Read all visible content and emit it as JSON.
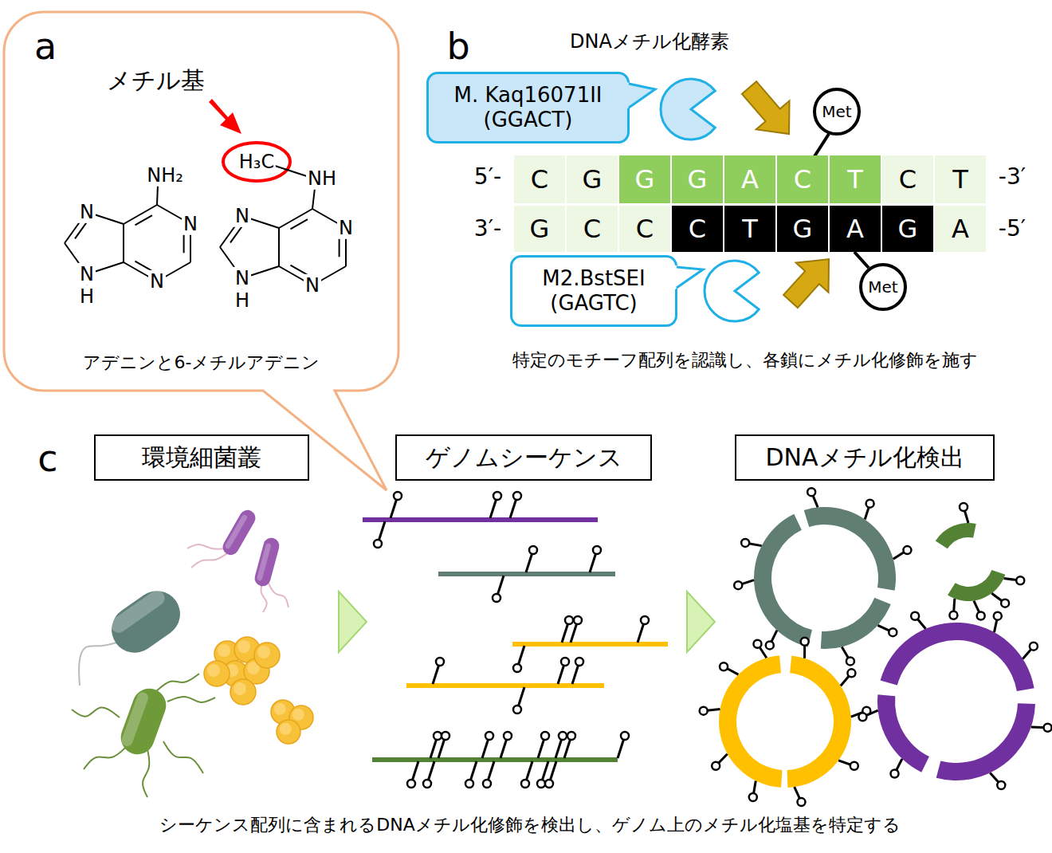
{
  "diagram": {
    "nodes": [
      {
        "text": [
          "アデニンと6-メチルアデニン"
        ]
      },
      {
        "text": [
          "M. Kaq16071II (GGACT)"
        ]
      },
      {
        "text": [
          "Met"
        ]
      },
      {
        "text": [
          "C"
        ]
      },
      {
        "text": [
          "G"
        ]
      },
      {
        "text": [
          "G"
        ]
      },
      {
        "text": [
          "G"
        ]
      },
      {
        "text": [
          "A"
        ]
      },
      {
        "text": [
          "C"
        ]
      },
      {
        "text": [
          "T"
        ]
      },
      {
        "text": [
          "C"
        ]
      },
      {
        "text": [
          "T"
        ]
      },
      {
        "text": [
          "G"
        ]
      },
      {
        "text": [
          "C"
        ]
      },
      {
        "text": [
          "C"
        ]
      },
      {
        "text": [
          "C"
        ]
      },
      {
        "text": [
          "T"
        ]
      },
      {
        "text": [
          "G"
        ]
      },
      {
        "text": [
          "A"
        ]
      },
      {
        "text": [
          "G"
        ]
      },
      {
        "text": [
          "A"
        ]
      },
      {
        "text": [
          "M2.BstSEI (GAGTC)"
        ]
      },
      {
        "text": [
          "Met"
        ]
      },
      {
        "text": [
          "環境細菌叢"
        ]
      },
      {
        "text": [
          "ゲノムシーケンス"
        ]
      },
      {
        "text": [
          "DNAメチル化検出"
        ]
      }
    ],
    "labels": [
      "a",
      "メチル基",
      "H₃C",
      "NH",
      "NH₂",
      "N",
      "N",
      "N",
      "N",
      "H",
      "N",
      "N",
      "N",
      "N",
      "H",
      "b",
      "DNAメチル化酵素",
      "5′-",
      "-3′",
      "3′-",
      "-5′",
      "特定のモチーフ配列を認識し、各鎖にメチル化修飾を施す",
      "c",
      "シーケンス配列に含まれるDNAメチル化修飾を検出し、ゲノム上のメチル化塩基を特定する"
    ]
  }
}
